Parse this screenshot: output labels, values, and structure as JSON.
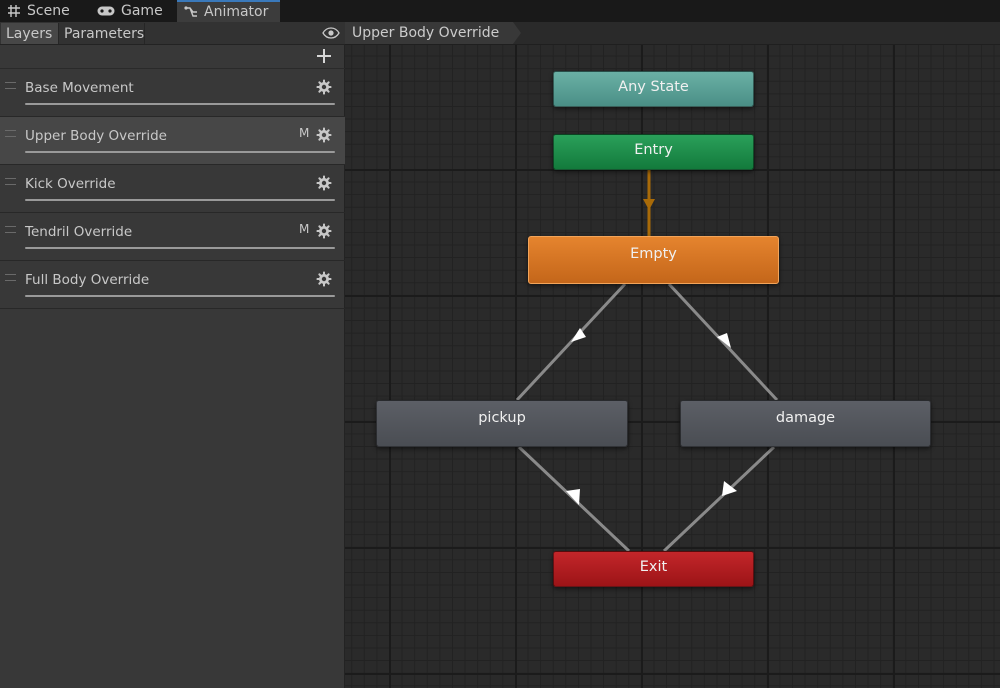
{
  "window_tabs": [
    {
      "label": "Scene",
      "icon": "grid-icon"
    },
    {
      "label": "Game",
      "icon": "gamepad-icon"
    },
    {
      "label": "Animator",
      "icon": "animator-icon",
      "active": true
    }
  ],
  "left_panel": {
    "tabs": [
      {
        "label": "Layers",
        "active": true
      },
      {
        "label": "Parameters"
      }
    ],
    "add_icon": "plus-icon",
    "visibility_icon": "eye-icon",
    "layers": [
      {
        "name": "Base Movement",
        "flag": "",
        "selected": false
      },
      {
        "name": "Upper Body Override",
        "flag": "M",
        "selected": true
      },
      {
        "name": "Kick Override",
        "flag": "",
        "selected": false
      },
      {
        "name": "Tendril Override",
        "flag": "M",
        "selected": false
      },
      {
        "name": "Full Body Override",
        "flag": "",
        "selected": false
      }
    ]
  },
  "graph": {
    "breadcrumb": "Upper Body Override",
    "states": {
      "any_state": "Any State",
      "entry": "Entry",
      "empty": "Empty",
      "pickup": "pickup",
      "damage": "damage",
      "exit": "Exit"
    },
    "colors": {
      "any_state": "#5aa096",
      "entry": "#1a8a47",
      "default_state": "#d6761f",
      "state": "#53565c",
      "exit": "#b01c20",
      "transition": "#8a8a8a",
      "default_transition": "#a86a08"
    },
    "transitions": [
      {
        "from": "Entry",
        "to": "Empty"
      },
      {
        "from": "Empty",
        "to": "pickup"
      },
      {
        "from": "Empty",
        "to": "damage"
      },
      {
        "from": "pickup",
        "to": "Exit"
      },
      {
        "from": "damage",
        "to": "Exit"
      }
    ]
  }
}
